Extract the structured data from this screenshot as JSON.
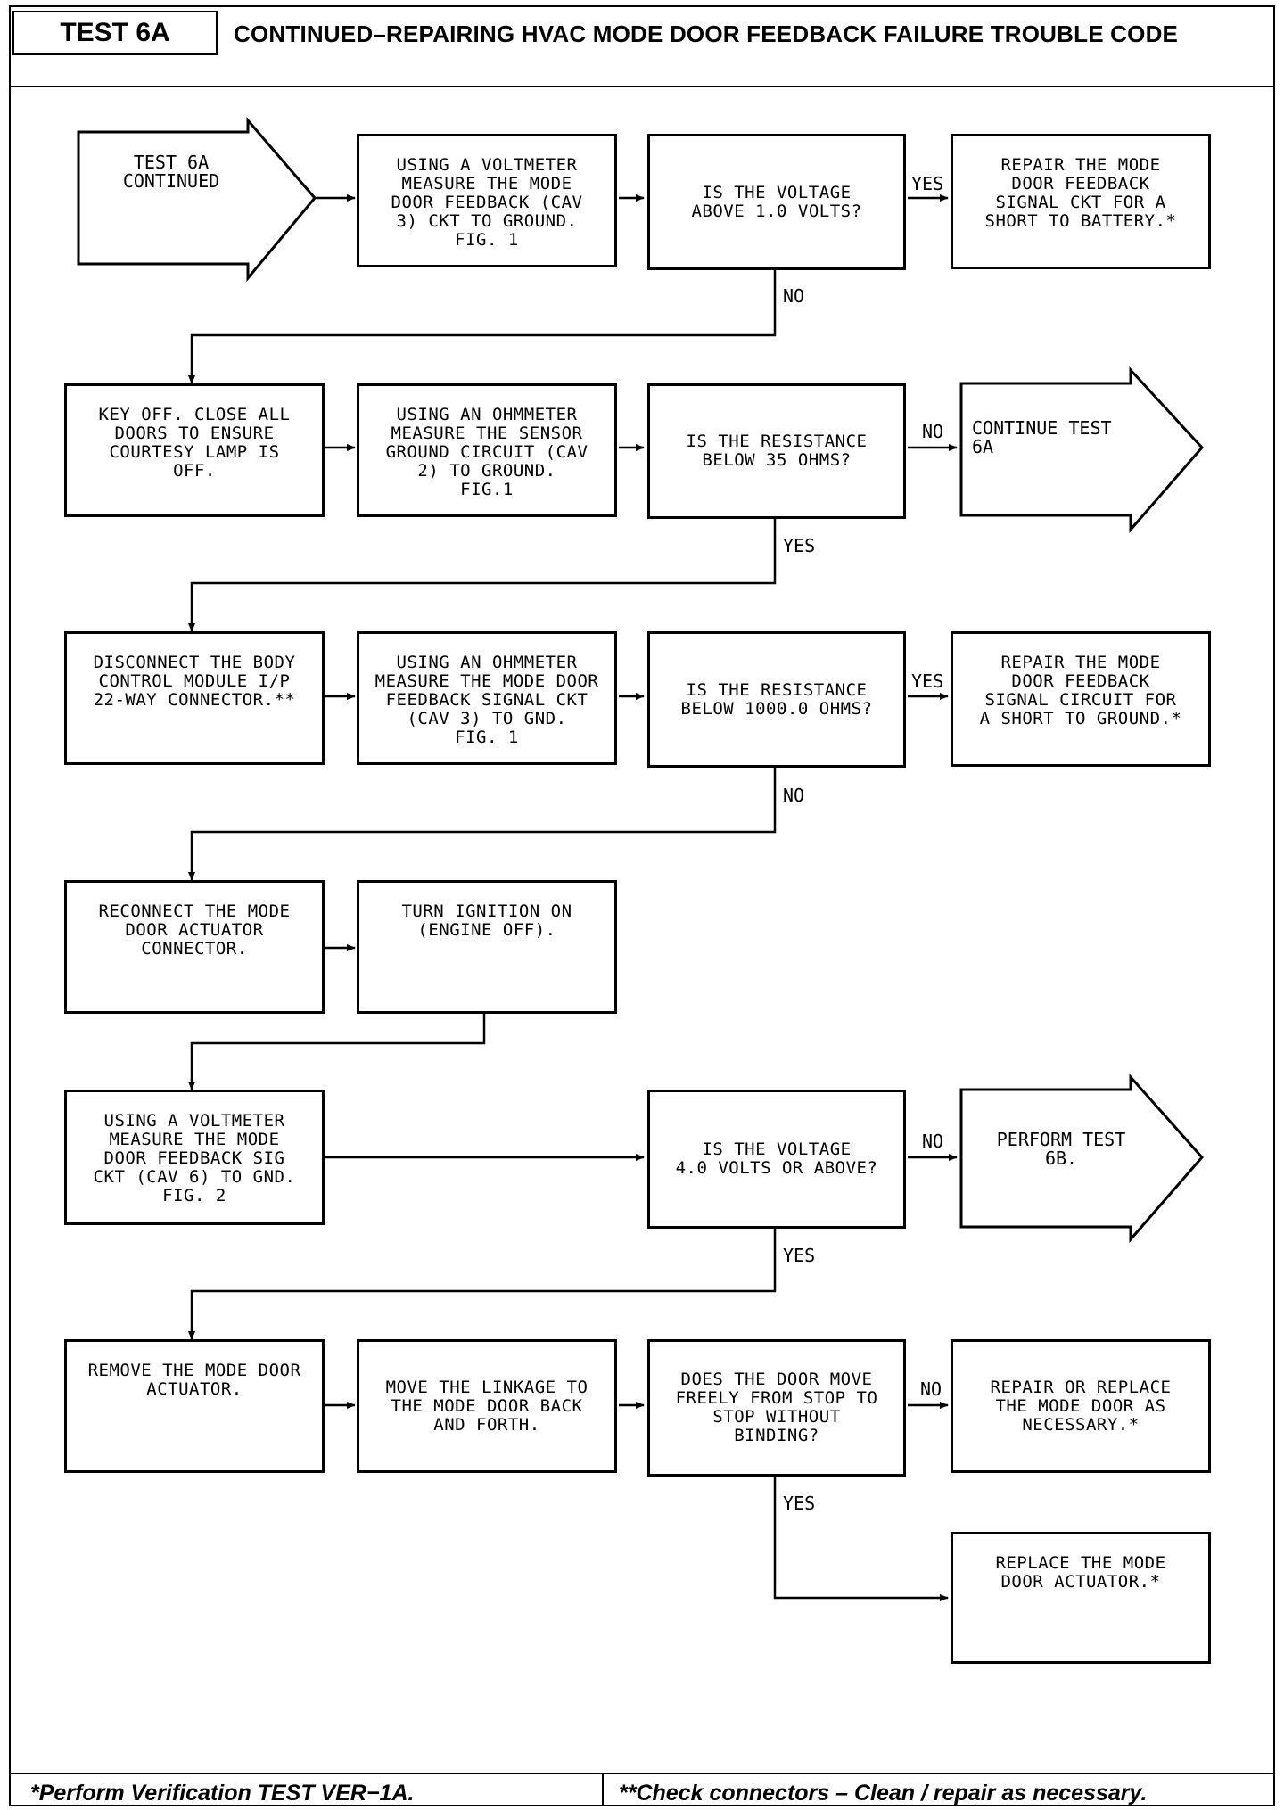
{
  "header": {
    "test_label": "TEST 6A",
    "title": "CONTINUED–REPAIRING HVAC MODE DOOR FEEDBACK FAILURE TROUBLE CODE"
  },
  "footer": {
    "left": "*Perform Verification TEST VER−1A.",
    "right": "**Check connectors  –  Clean / repair as necessary."
  },
  "flow": {
    "start": "TEST 6A\nCONTINUED",
    "step1": "USING A VOLTMETER\nMEASURE THE MODE\nDOOR FEEDBACK (CAV\n3) CKT TO GROUND.\nFIG. 1",
    "q1": "IS THE VOLTAGE\nABOVE 1.0 VOLTS?",
    "r1": "REPAIR THE MODE\nDOOR FEEDBACK\nSIGNAL CKT FOR A\nSHORT TO BATTERY.*",
    "step2": "KEY OFF. CLOSE ALL\nDOORS TO ENSURE\nCOURTESY LAMP IS\nOFF.",
    "step3": "USING AN OHMMETER\nMEASURE THE SENSOR\nGROUND CIRCUIT (CAV\n2) TO GROUND.\nFIG.1",
    "q2": "IS THE RESISTANCE\nBELOW 35 OHMS?",
    "r2": "CONTINUE TEST\n6A",
    "step4": "DISCONNECT THE BODY\nCONTROL MODULE I/P\n22-WAY CONNECTOR.**",
    "step5": "USING AN OHMMETER\nMEASURE THE MODE DOOR\nFEEDBACK SIGNAL CKT\n(CAV 3) TO GND.\nFIG. 1",
    "q3": "IS THE RESISTANCE\nBELOW 1000.0 OHMS?",
    "r3": "REPAIR THE MODE\nDOOR FEEDBACK\nSIGNAL CIRCUIT FOR\nA SHORT TO GROUND.*",
    "step6": "RECONNECT THE MODE\nDOOR ACTUATOR\nCONNECTOR.",
    "step7": "TURN IGNITION ON\n(ENGINE OFF).",
    "step8": "USING A VOLTMETER\nMEASURE THE MODE\nDOOR FEEDBACK SIG\nCKT (CAV 6) TO GND.\nFIG. 2",
    "q4": "IS THE VOLTAGE\n4.0 VOLTS OR ABOVE?",
    "r4": "PERFORM TEST\n6B.",
    "step9": "REMOVE THE MODE DOOR\nACTUATOR.",
    "step10": "MOVE THE LINKAGE TO\nTHE MODE DOOR BACK\nAND FORTH.",
    "q5": "DOES THE DOOR MOVE\nFREELY FROM STOP TO\nSTOP WITHOUT\nBINDING?",
    "r5": "REPAIR OR REPLACE\nTHE MODE DOOR AS\nNECESSARY.*",
    "r6": "REPLACE THE MODE\nDOOR ACTUATOR.*"
  },
  "labels": {
    "yes": "YES",
    "no": "NO"
  }
}
